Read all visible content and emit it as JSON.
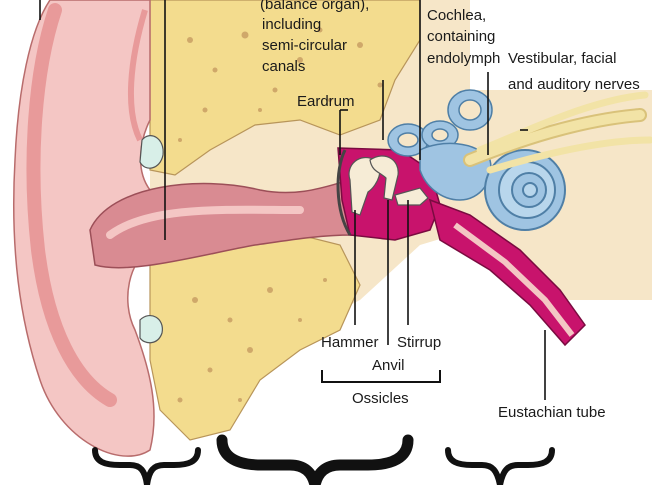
{
  "labels": {
    "vestibular_line1": "(balance organ),",
    "vestibular_line2": "including",
    "vestibular_line3": "semi-circular",
    "vestibular_line4": "canals",
    "cochlea_line1": "Cochlea,",
    "cochlea_line2": "containing",
    "cochlea_line3": "endolymph",
    "nerves_line1": "Vestibular, facial",
    "nerves_line2": "and auditory nerves",
    "eardrum": "Eardrum",
    "hammer": "Hammer",
    "stirrup": "Stirrup",
    "anvil": "Anvil",
    "ossicles": "Ossicles",
    "eustachian": "Eustachian tube"
  },
  "colors": {
    "skin": "#f4c6c4",
    "skin_dark": "#e89a9a",
    "canal": "#d98b92",
    "bone": "#f3dc8e",
    "bone_dot": "#cfa86a",
    "tissue": "#f6e6c8",
    "middle_ear": "#c8136c",
    "inner_ear": "#9fc4e2",
    "nerve": "#f2e3a6",
    "brace": "#111111"
  }
}
